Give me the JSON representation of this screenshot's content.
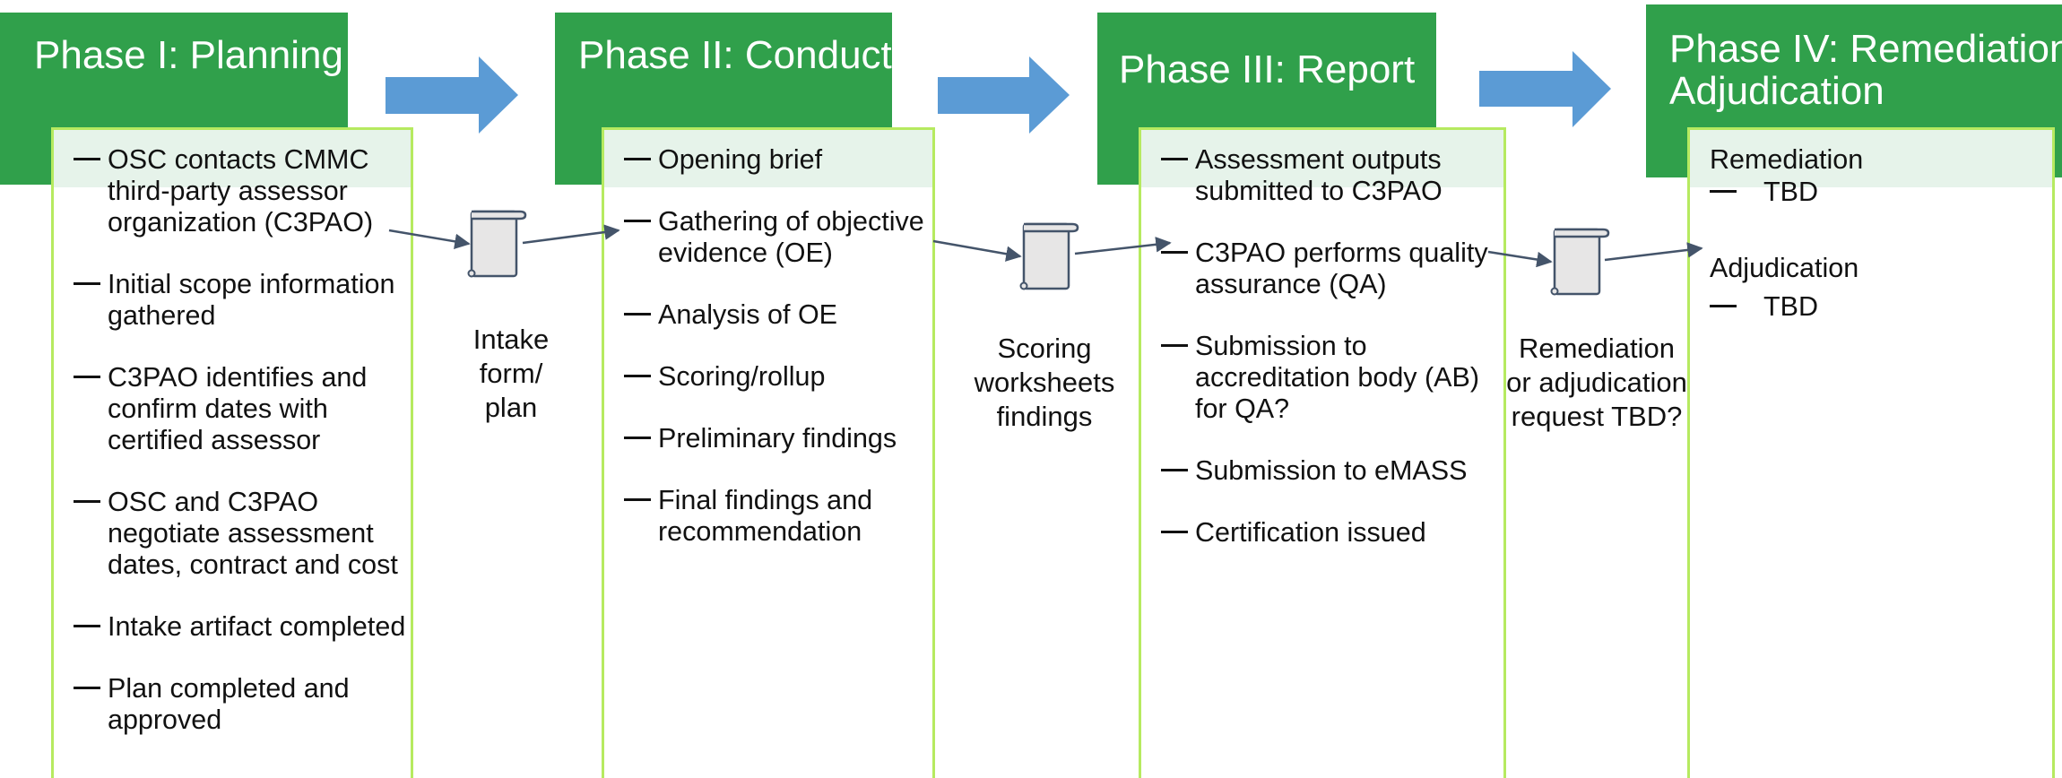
{
  "phases": [
    {
      "title": "Phase I: Planning",
      "items": [
        "OSC contacts CMMC third-party assessor organization (C3PAO)",
        "Initial scope information gathered",
        "C3PAO identifies and confirm dates with certified assessor",
        "OSC and C3PAO negotiate assessment dates, contract and cost",
        "Intake artifact completed",
        "Plan completed and approved"
      ]
    },
    {
      "title": "Phase II: Conduct",
      "items": [
        "Opening brief",
        "Gathering of objective evidence (OE)",
        "Analysis of OE",
        "Scoring/rollup",
        "Preliminary findings",
        "Final findings and recommendation"
      ]
    },
    {
      "title": "Phase III: Report",
      "items": [
        "Assessment outputs submitted to C3PAO",
        "C3PAO performs quality assurance (QA)",
        "Submission to accreditation body (AB) for QA?",
        "Submission to eMASS",
        "Certification issued"
      ]
    },
    {
      "title_line1": "Phase IV: Remediation",
      "title_line2": "Adjudication",
      "sections": [
        {
          "label": "Remediation",
          "items": [
            "TBD"
          ]
        },
        {
          "label": "Adjudication",
          "items": [
            "TBD"
          ]
        }
      ]
    }
  ],
  "artifacts": [
    {
      "icon": "scroll-icon",
      "label_lines": [
        "Intake",
        "form/",
        "plan"
      ]
    },
    {
      "icon": "scroll-icon",
      "label_lines": [
        "Scoring",
        "worksheets",
        "findings"
      ]
    },
    {
      "icon": "scroll-icon",
      "label_lines": [
        "Remediation",
        "or adjudication",
        "request TBD?"
      ]
    }
  ],
  "colors": {
    "header_bg": "#30a04b",
    "box_border": "#b6ea60",
    "arrow_blue": "#5b9bd5",
    "connector": "#44546a"
  }
}
